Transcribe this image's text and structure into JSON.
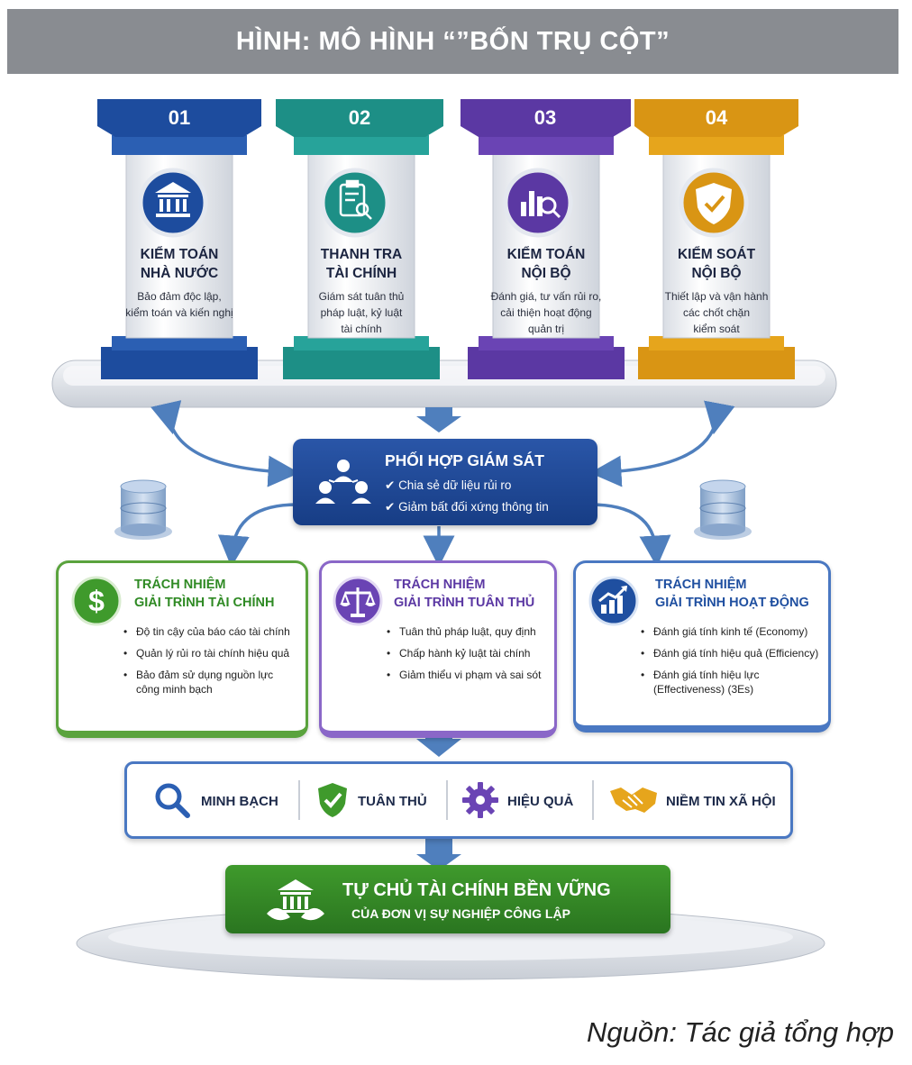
{
  "title": "HÌNH: MÔ HÌNH “”BỐN TRỤ CỘT”",
  "colors": {
    "blue": "#1d4c9e",
    "teal": "#27a39a",
    "purple": "#6a44b4",
    "gold": "#e6a51c",
    "green": "#3a8f2e",
    "navy": "#1f3f86"
  },
  "pillars": [
    {
      "number": "01",
      "icon": "bank-icon",
      "title_1": "KIỂM TOÁN",
      "title_2": "NHÀ NƯỚC",
      "desc_1": "Bảo đảm độc lập,",
      "desc_2": "kiểm toán và kiến nghị",
      "desc_3": ""
    },
    {
      "number": "02",
      "icon": "clipboard-search-icon",
      "title_1": "THANH TRA",
      "title_2": "TÀI CHÍNH",
      "desc_1": "Giám sát tuân thủ",
      "desc_2": "pháp luật, kỷ luật",
      "desc_3": "tài chính"
    },
    {
      "number": "03",
      "icon": "chart-search-icon",
      "title_1": "KIỂM TOÁN",
      "title_2": "NỘI BỘ",
      "desc_1": "Đánh giá, tư vấn rủi ro,",
      "desc_2": "cải thiện hoạt động",
      "desc_3": "quản trị"
    },
    {
      "number": "04",
      "icon": "shield-check-icon",
      "title_1": "KIỂM SOÁT",
      "title_2": "NỘI BỘ",
      "desc_1": "Thiết lập và vận hành",
      "desc_2": "các chốt chặn",
      "desc_3": "kiểm soát"
    }
  ],
  "coordination": {
    "title": "PHỐI HỢP GIÁM SÁT",
    "items": [
      "Chia sẻ dữ liệu rủi ro",
      "Giảm bất đối xứng thông tin"
    ]
  },
  "accountability": [
    {
      "icon": "dollar-icon",
      "title_1": "TRÁCH NHIỆM",
      "title_2": "GIẢI TRÌNH TÀI CHÍNH",
      "items": [
        "Độ tin cậy của báo cáo tài chính",
        "Quản lý rủi ro tài chính hiệu quả",
        "Bảo đảm sử dụng nguồn lực công minh bạch"
      ]
    },
    {
      "icon": "scales-icon",
      "title_1": "TRÁCH NHIỆM",
      "title_2": "GIẢI TRÌNH TUÂN THỦ",
      "items": [
        "Tuân thủ pháp luật, quy định",
        "Chấp hành kỷ luật tài chính",
        "Giảm thiểu vi phạm và sai sót"
      ]
    },
    {
      "icon": "growth-chart-icon",
      "title_1": "TRÁCH NHIỆM",
      "title_2": "GIẢI TRÌNH HOẠT ĐỘNG",
      "items": [
        "Đánh giá tính kinh tế (Economy)",
        "Đánh giá tính hiệu quả (Efficiency)",
        "Đánh giá tính hiệu lực (Effectiveness) (3Es)"
      ]
    }
  ],
  "outcomes": [
    {
      "icon": "magnifier-icon",
      "label": "MINH BẠCH"
    },
    {
      "icon": "shield-check-icon",
      "label": "TUÂN THỦ"
    },
    {
      "icon": "gear-icon",
      "label": "HIỆU QUẢ"
    },
    {
      "icon": "handshake-icon",
      "label": "NIỀM TIN XÃ HỘI"
    }
  ],
  "final": {
    "line_1": "TỰ CHỦ TÀI CHÍNH BỀN VỮNG",
    "line_2": "CỦA ĐƠN VỊ SỰ NGHIỆP CÔNG LẬP"
  },
  "source": "Nguồn: Tác giả tổng hợp"
}
